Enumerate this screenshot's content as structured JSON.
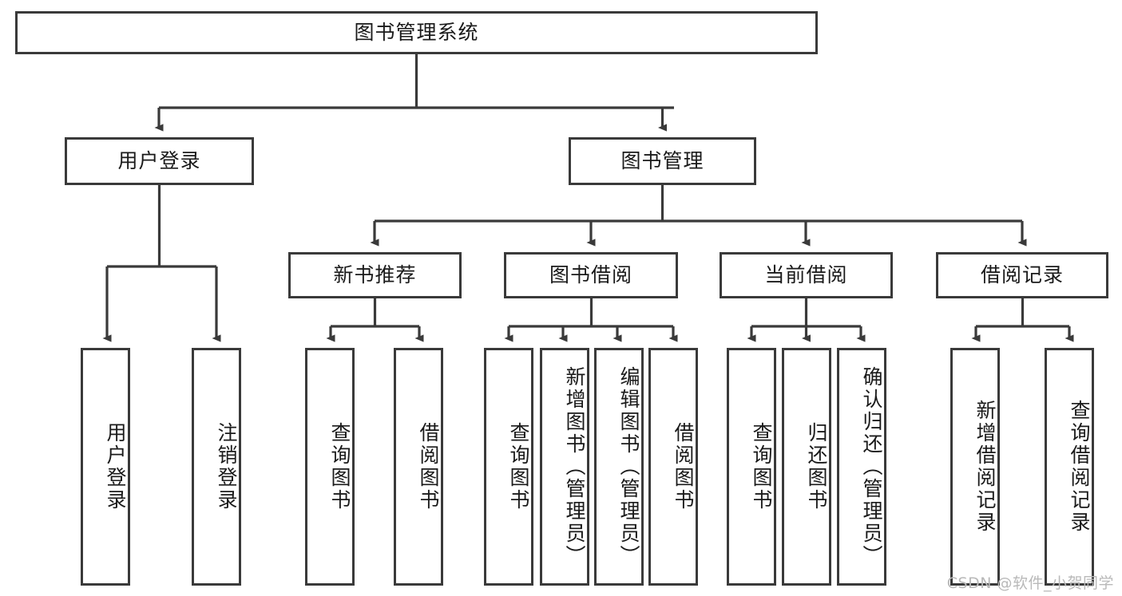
{
  "diagram": {
    "type": "tree-hierarchy",
    "title": "图书管理系统",
    "stroke_color": "#3a3a3a",
    "fill_color": "#ffffff",
    "text_color": "#1a1a1a",
    "watermark": "CSDN @软件_小贺同学"
  },
  "nodes": {
    "root": {
      "label": "图书管理系统"
    },
    "level2": [
      {
        "id": "user-login",
        "label": "用户登录"
      },
      {
        "id": "book-management",
        "label": "图书管理"
      }
    ],
    "level3": [
      {
        "id": "new-book-recommend",
        "label": "新书推荐"
      },
      {
        "id": "book-borrow",
        "label": "图书借阅"
      },
      {
        "id": "current-borrow",
        "label": "当前借阅"
      },
      {
        "id": "borrow-record",
        "label": "借阅记录"
      }
    ],
    "leaves": [
      {
        "id": "leaf-user-login",
        "label": "用户登录",
        "parent": "user-login"
      },
      {
        "id": "leaf-user-logout",
        "label": "注销登录",
        "parent": "user-login"
      },
      {
        "id": "leaf-query-book-1",
        "label": "查询图书",
        "parent": "new-book-recommend"
      },
      {
        "id": "leaf-borrow-book-1",
        "label": "借阅图书",
        "parent": "new-book-recommend"
      },
      {
        "id": "leaf-query-book-2",
        "label": "查询图书",
        "parent": "book-borrow"
      },
      {
        "id": "leaf-add-book",
        "label": "新增图书（管理员）",
        "parent": "book-borrow"
      },
      {
        "id": "leaf-edit-book",
        "label": "编辑图书（管理员）",
        "parent": "book-borrow"
      },
      {
        "id": "leaf-borrow-book-2",
        "label": "借阅图书",
        "parent": "book-borrow"
      },
      {
        "id": "leaf-query-book-3",
        "label": "查询图书",
        "parent": "current-borrow"
      },
      {
        "id": "leaf-return-book",
        "label": "归还图书",
        "parent": "current-borrow"
      },
      {
        "id": "leaf-confirm-return",
        "label": "确认归还（管理员）",
        "parent": "current-borrow"
      },
      {
        "id": "leaf-add-record",
        "label": "新增借阅记录",
        "parent": "borrow-record"
      },
      {
        "id": "leaf-query-record",
        "label": "查询借阅记录",
        "parent": "borrow-record"
      }
    ]
  }
}
